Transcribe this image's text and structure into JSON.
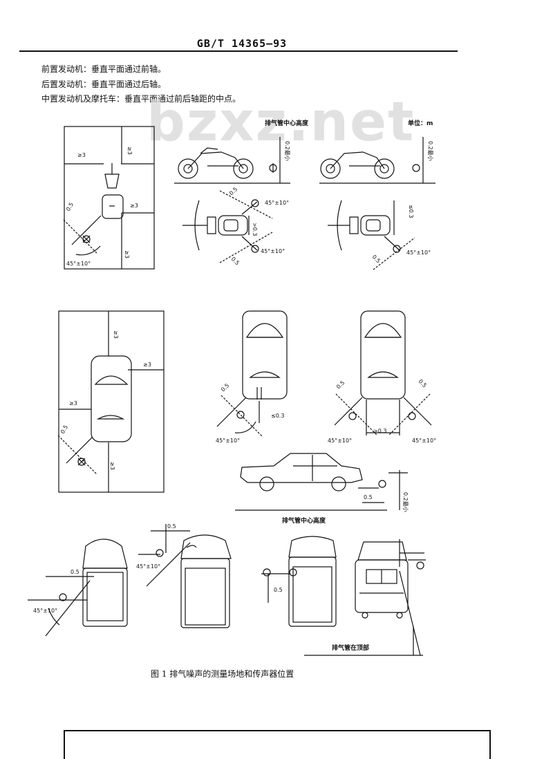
{
  "header": {
    "standard_number": "GB/T 14365—93"
  },
  "intro_lines": [
    "前置发动机：垂直平面通过前轴。",
    "后置发动机：垂直平面通过后轴。",
    "中置发动机及摩托车：垂直平面通过前后轴距的中点。"
  ],
  "watermark": "bzxz.net",
  "figure": {
    "labels": {
      "exhaust_center_height_top": "排气管中心高度",
      "unit": "单位：m",
      "exhaust_center_height_car": "排气管中心高度",
      "exhaust_on_top": "排气管在顶部",
      "ge3": "≥3",
      "d05": "0.5",
      "height_02": "0.2最小",
      "angle": "45°±10°",
      "le03": "≤0.3",
      "ge03": ">0.3",
      "lt03": "<0.3"
    }
  },
  "caption": "图 1   排气噪声的测量场地和传声器位置"
}
